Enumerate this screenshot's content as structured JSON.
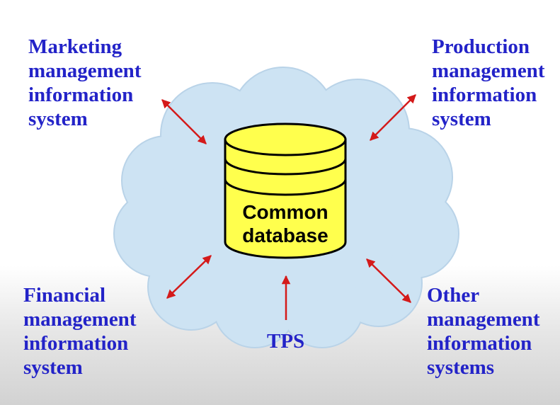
{
  "diagram": {
    "colors": {
      "cloud_fill": "#cde3f3",
      "cloud_stroke": "#b9d3e8",
      "database_fill": "#ffff4d",
      "database_stroke": "#000000",
      "arrow": "#d41a1a",
      "label_text": "#2323c8",
      "database_text": "#000000"
    },
    "center": {
      "shape": "cylinder-database",
      "lines": [
        "Common",
        "database"
      ]
    },
    "nodes": {
      "marketing": {
        "lines": [
          "Marketing",
          "management",
          "information",
          "system"
        ]
      },
      "production": {
        "lines": [
          "Production",
          "management",
          "information",
          "system"
        ]
      },
      "financial": {
        "lines": [
          "Financial",
          "management",
          "information",
          "system"
        ]
      },
      "other": {
        "lines": [
          "Other",
          "management",
          "information",
          "systems"
        ]
      },
      "tps": {
        "lines": [
          "TPS"
        ]
      }
    },
    "arrows": [
      {
        "name": "arrow-marketing",
        "direction": "bidirectional"
      },
      {
        "name": "arrow-production",
        "direction": "bidirectional"
      },
      {
        "name": "arrow-financial",
        "direction": "bidirectional"
      },
      {
        "name": "arrow-other",
        "direction": "bidirectional"
      },
      {
        "name": "arrow-tps",
        "direction": "to-database"
      }
    ]
  }
}
